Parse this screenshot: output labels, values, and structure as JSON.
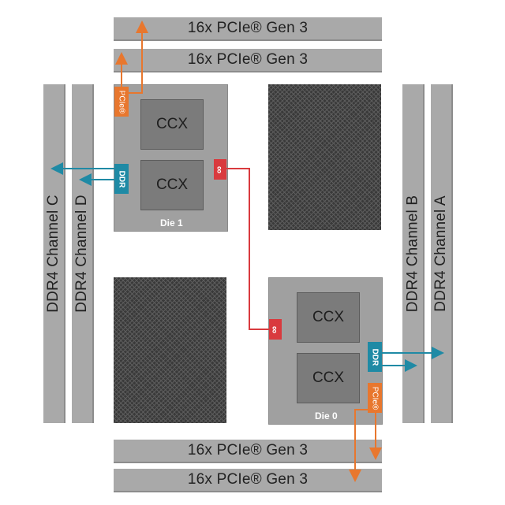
{
  "pcie_bars": [
    {
      "label": "16x PCIe® Gen 3"
    },
    {
      "label": "16x PCIe® Gen 3"
    },
    {
      "label": "16x PCIe® Gen 3"
    },
    {
      "label": "16x PCIe® Gen 3"
    }
  ],
  "ddr_channels": {
    "c": "DDR4 Channel C",
    "d": "DDR4 Channel D",
    "b": "DDR4 Channel B",
    "a": "DDR4 Channel A"
  },
  "die1": {
    "label": "Die 1",
    "ccx_top": "CCX",
    "ccx_bottom": "CCX",
    "pcie_tag": "PCIe®",
    "ddr_tag": "DDR",
    "fabric_tag": "∞"
  },
  "die0": {
    "label": "Die 0",
    "ccx_top": "CCX",
    "ccx_bottom": "CCX",
    "pcie_tag": "PCIe®",
    "ddr_tag": "DDR",
    "fabric_tag": "∞"
  },
  "colors": {
    "pcie": "#e8772e",
    "ddr": "#1f8aa5",
    "fabric": "#d93a3e",
    "bar": "#a9a9a9"
  }
}
